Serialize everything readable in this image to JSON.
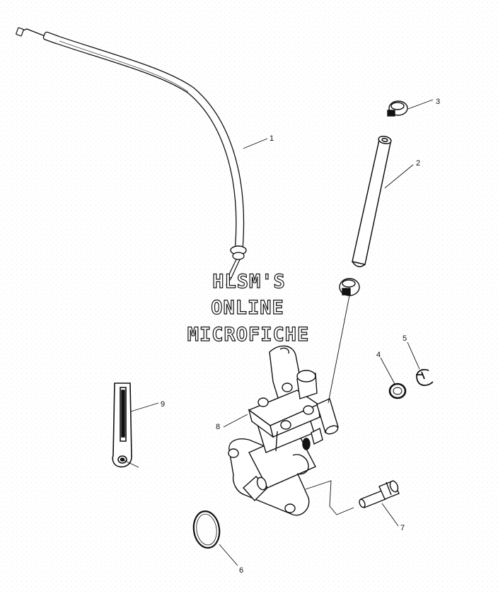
{
  "diagram": {
    "watermark": [
      "HLSM'S",
      "ONLINE",
      "MICROFICHE"
    ],
    "callouts": [
      "1",
      "2",
      "3",
      "4",
      "5",
      "6",
      "7",
      "8",
      "9"
    ]
  }
}
